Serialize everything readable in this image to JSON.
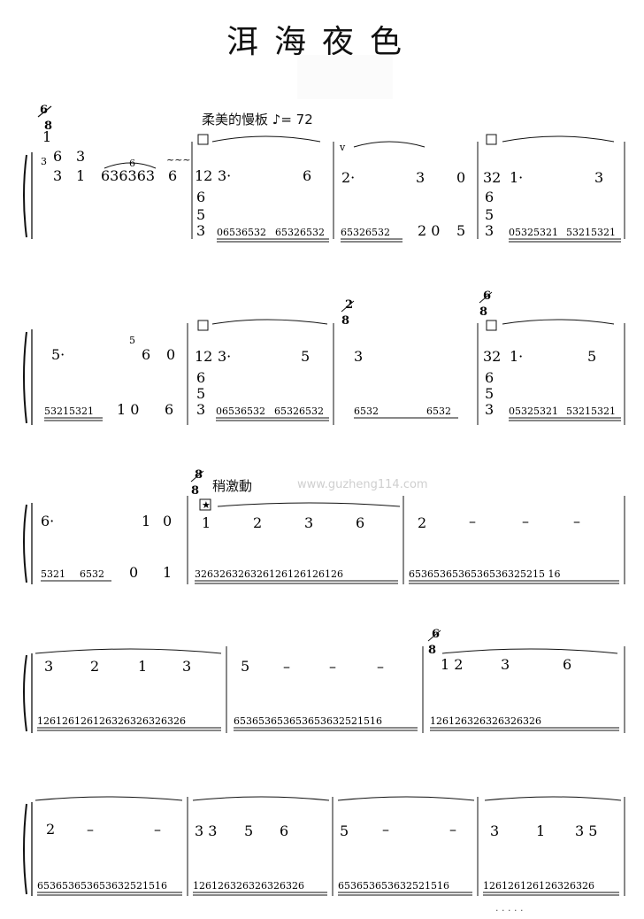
{
  "title": "洱海夜色",
  "tempo_text": "柔美的慢板 ♪= 72",
  "section_text": "稍激動",
  "watermark": "www.guzheng114.com",
  "footer": "· · · · ·",
  "systems": [
    {
      "time_start": "6/8",
      "upper": [
        "3 6 3 1",
        "636363",
        "6",
        "12 3·",
        "6",
        "2·",
        "3",
        "0",
        "32 1·",
        "3"
      ],
      "lower": [
        "06536532",
        "65326532",
        "65326532",
        "2 0",
        "5",
        "05325321",
        "53215321"
      ]
    },
    {
      "time_changes": [
        "2/8",
        "6/8"
      ],
      "upper": [
        "5·",
        "6",
        "0",
        "12 3·",
        "5",
        "3",
        "32 1·",
        "5"
      ],
      "lower": [
        "53215321",
        "1 0",
        "6",
        "06536532",
        "65326532",
        "6532",
        "6532",
        "05325321",
        "53215321"
      ]
    },
    {
      "time_change": "8/8",
      "upper": [
        "6·",
        "1",
        "0",
        "1",
        "2",
        "3",
        "6",
        "2",
        "–",
        "–",
        "–"
      ],
      "lower": [
        "5321",
        "6532",
        "0",
        "1",
        "326326326326126126126126",
        "6536536536536536325215 16"
      ]
    },
    {
      "time_change": "6/8",
      "upper": [
        "3",
        "2",
        "1",
        "3",
        "5",
        "–",
        "–",
        "–",
        "1 2",
        "3",
        "6"
      ],
      "lower": [
        "126126126126326326326326",
        "653653653653653632521516",
        "126126326326326326"
      ]
    },
    {
      "upper": [
        "2",
        "–",
        "–",
        "3 3",
        "5",
        "6",
        "5",
        "–",
        "–",
        "3",
        "1",
        "3 5"
      ],
      "lower": [
        "653653653653632521516",
        "126126326326326326",
        "653653653632521516",
        "126126126126326326"
      ]
    }
  ]
}
